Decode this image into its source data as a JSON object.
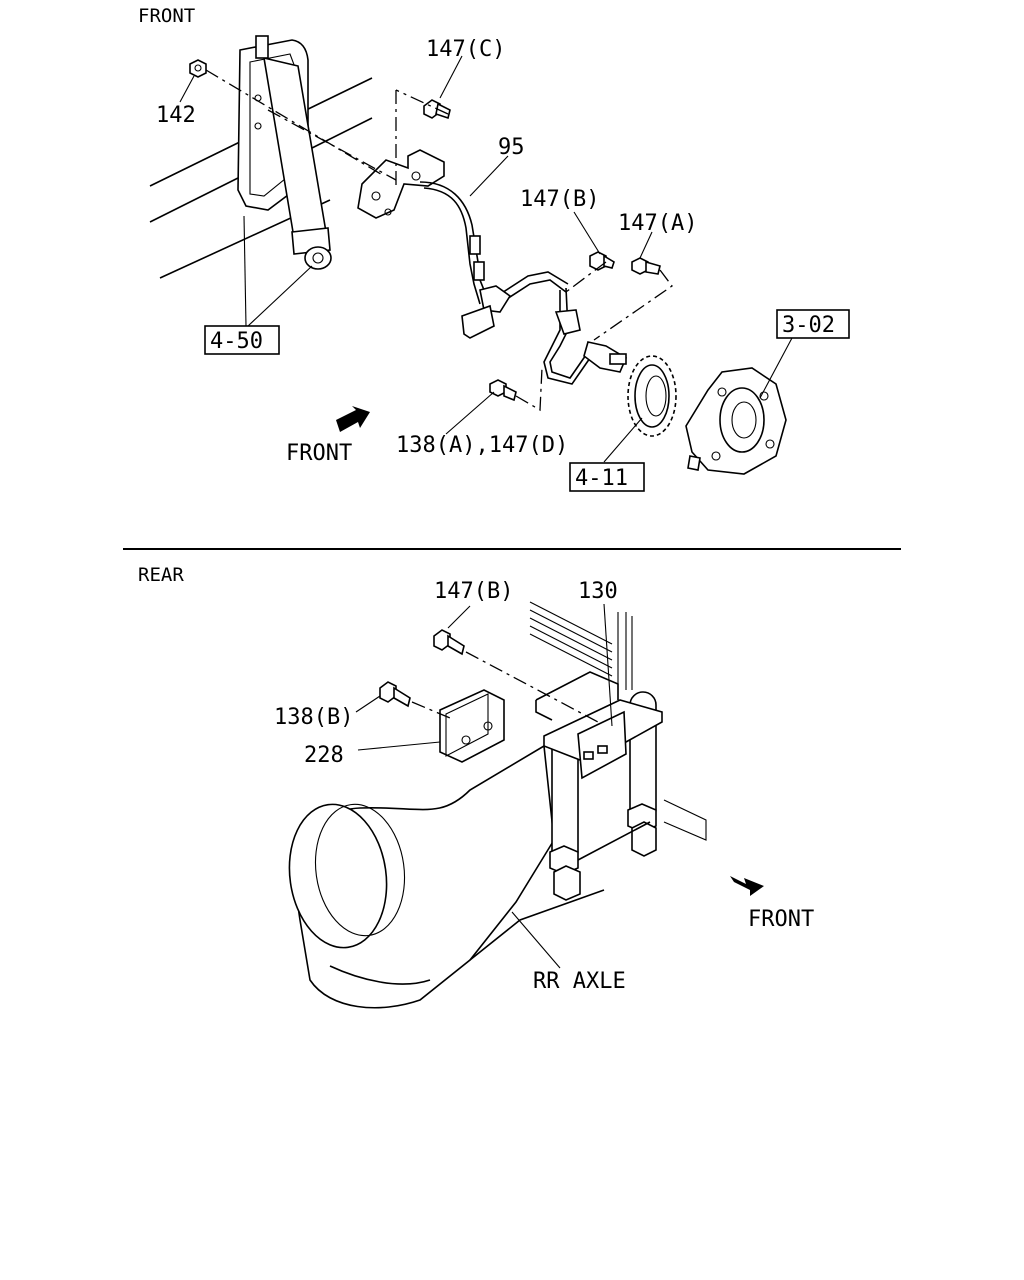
{
  "sections": {
    "front": {
      "title": "FRONT",
      "direction_label": "FRONT",
      "callouts": {
        "p142": "142",
        "p147c": "147(C)",
        "p95": "95",
        "p147b": "147(B)",
        "p147a": "147(A)",
        "ref450": "4-50",
        "ref302": "3-02",
        "p138a_147d": "138(A),147(D)",
        "ref411": "4-11"
      }
    },
    "rear": {
      "title": "REAR",
      "direction_label": "FRONT",
      "axle_label": "RR AXLE",
      "callouts": {
        "p147b": "147(B)",
        "p130": "130",
        "p138b": "138(B)",
        "p228": "228"
      }
    }
  }
}
